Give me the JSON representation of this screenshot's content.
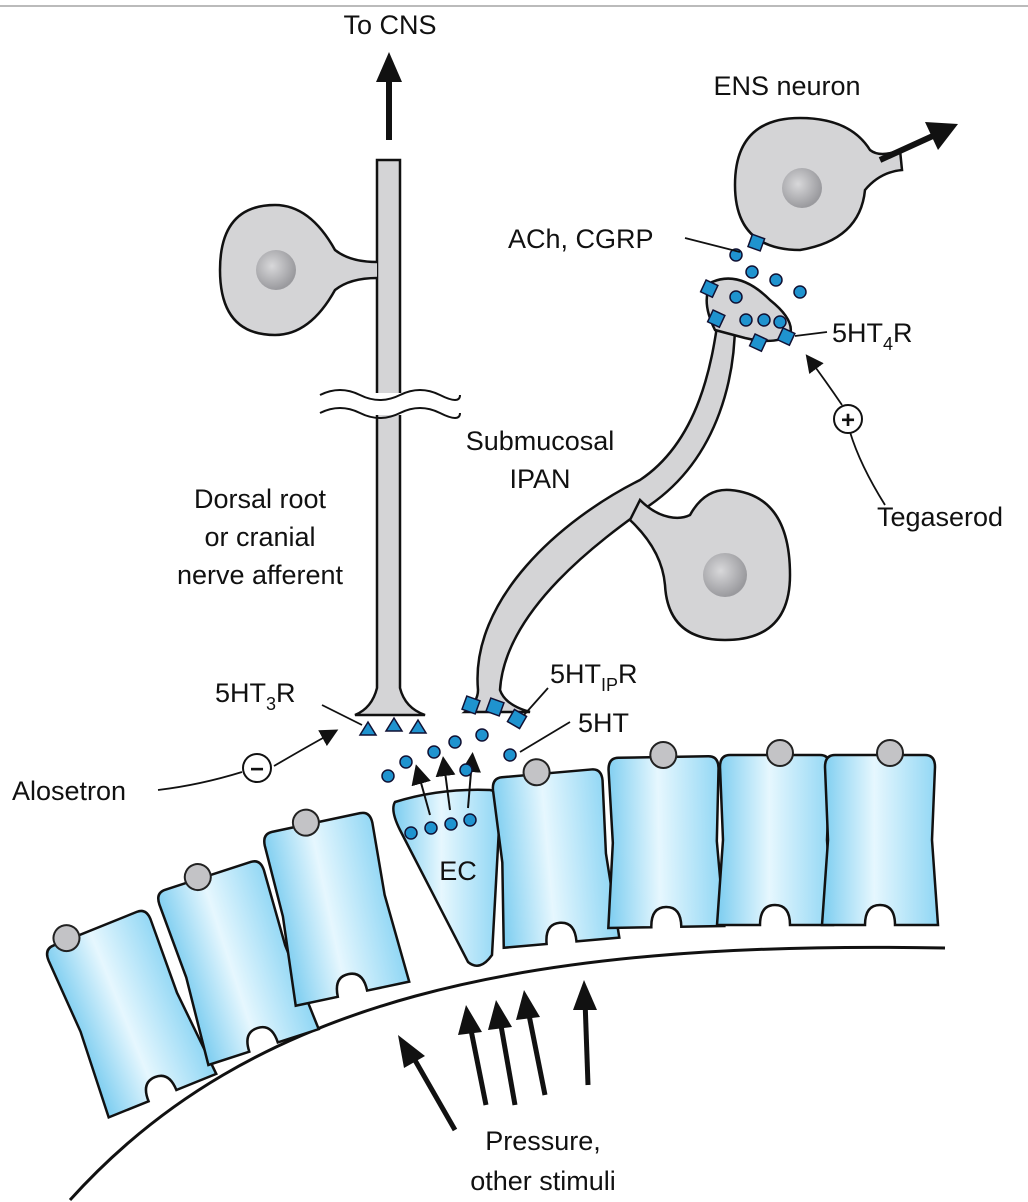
{
  "labels": {
    "to_cns": "To CNS",
    "ens_neuron": "ENS neuron",
    "ach_cgrp": "ACh, CGRP",
    "ht4r_main": "5HT",
    "ht4r_sub": "4",
    "ht4r_suffix": "R",
    "tegaserod": "Tegaserod",
    "plus_sign": "+",
    "submucosal_line1": "Submucosal",
    "submucosal_line2": "IPAN",
    "dorsal_line1": "Dorsal root",
    "dorsal_line2": "or cranial",
    "dorsal_line3": "nerve afferent",
    "ht3r_main": "5HT",
    "ht3r_sub": "3",
    "ht3r_suffix": "R",
    "htipr_main": "5HT",
    "htipr_sub": "IP",
    "htipr_suffix": "R",
    "ht": "5HT",
    "alosetron": "Alosetron",
    "minus_sign": "−",
    "ec": "EC",
    "pressure_line1": "Pressure,",
    "pressure_line2": "other stimuli"
  },
  "colors": {
    "neuron_fill": "#d4d4d6",
    "nucleus": "#a9a9ac",
    "cell_blue": "#8fd6f4",
    "cell_light": "#e4f6fd",
    "dot_blue": "#1f93cf",
    "outline": "#1a1a1a"
  }
}
